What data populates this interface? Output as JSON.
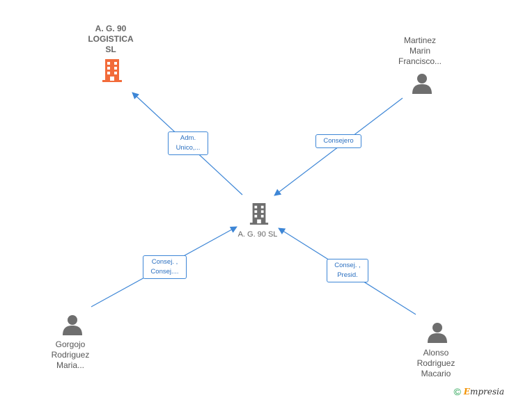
{
  "nodes": {
    "center": {
      "label": "A. G. 90 SL"
    },
    "top_left": {
      "label_lines": [
        "A. G. 90",
        "LOGISTICA",
        "SL"
      ]
    },
    "top_right": {
      "label_lines": [
        "Martinez",
        "Marin",
        "Francisco..."
      ]
    },
    "bottom_left": {
      "label_lines": [
        "Gorgojo",
        "Rodriguez",
        "Maria..."
      ]
    },
    "bottom_right": {
      "label_lines": [
        "Alonso",
        "Rodriguez",
        "Macario"
      ]
    }
  },
  "edges": {
    "to_top_left": {
      "lines": [
        "Adm.",
        "Unico,..."
      ]
    },
    "from_top_right": {
      "lines": [
        "Consejero"
      ]
    },
    "from_bottom_left": {
      "lines": [
        "Consej. ,",
        "Consej...."
      ]
    },
    "from_bottom_right": {
      "lines": [
        "Consej. ,",
        "Presid."
      ]
    }
  },
  "colors": {
    "edge": "#3d86d6",
    "company_highlight": "#f26b3a",
    "company": "#6e6e6e",
    "person": "#6e6e6e"
  },
  "footer": {
    "copyright": "©",
    "brand_initial": "E",
    "brand_rest": "mpresia"
  }
}
